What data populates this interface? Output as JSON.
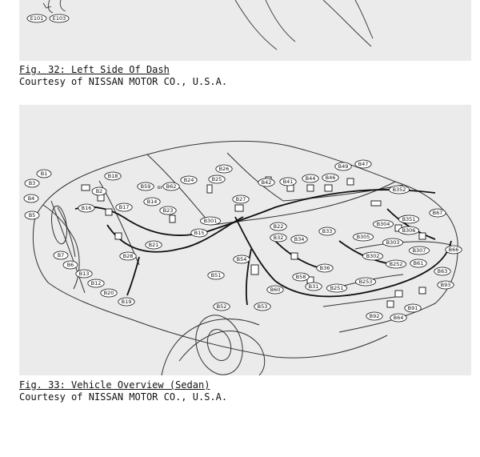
{
  "figure_32": {
    "title": "Fig. 32: Left Side Of Dash",
    "credit": "Courtesy of NISSAN MOTOR CO., U.S.A.",
    "labels": [
      "E101",
      "E103"
    ]
  },
  "figure_33": {
    "title": "Fig. 33: Vehicle Overview (Sedan)",
    "credit": "Courtesy of NISSAN MOTOR CO., U.S.A.",
    "labels": [
      "B1",
      "B3",
      "B4",
      "B5",
      "B18",
      "B2",
      "B16",
      "B17",
      "B7",
      "B6",
      "B13",
      "B12",
      "B20",
      "B19",
      "B28",
      "B59",
      "or",
      "B62",
      "B14",
      "B23",
      "B24",
      "B26",
      "B25",
      "B21",
      "B15",
      "B301",
      "B27",
      "B42",
      "B41",
      "B44",
      "B46",
      "B49",
      "B47",
      "B22",
      "B32",
      "B34",
      "B33",
      "B54",
      "B51",
      "B52",
      "B53",
      "B60",
      "B58",
      "B36",
      "B31",
      "B251",
      "B352",
      "B304",
      "B305",
      "B351",
      "B306",
      "B67",
      "B303",
      "B302",
      "B307",
      "B66",
      "B252",
      "B61",
      "B253",
      "B63",
      "B93",
      "B91",
      "B92",
      "B64"
    ]
  }
}
